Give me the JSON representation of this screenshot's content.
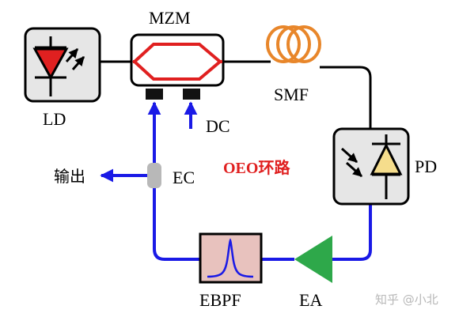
{
  "labels": {
    "mzm": "MZM",
    "smf": "SMF",
    "ld": "LD",
    "dc": "DC",
    "pd": "PD",
    "ec": "EC",
    "output": "输出",
    "loop": "OEO环路",
    "ebpf": "EBPF",
    "ea": "EA"
  },
  "watermark": "知乎 @小北",
  "colors": {
    "optical_line": "#000000",
    "electrical_line": "#1a1ae6",
    "mzm_waveguide": "#e02020",
    "fiber": "#e8862a",
    "amplifier": "#2ea84a",
    "ebpf_fill": "#e8c2be",
    "loop_text": "#e02020",
    "coupler": "#b8b8b8"
  },
  "icons": {
    "ld": "laser-diode-icon",
    "pd": "photodiode-icon",
    "ebpf": "bandpass-filter-icon",
    "ea": "amplifier-icon"
  }
}
